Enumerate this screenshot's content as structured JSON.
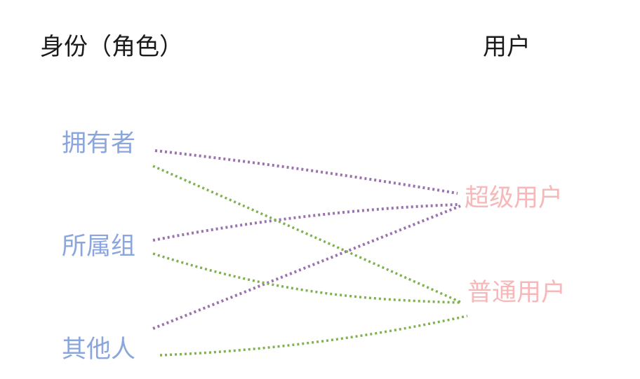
{
  "headers": {
    "roles": "身份（角色）",
    "users": "用户"
  },
  "roles": [
    {
      "id": "owner",
      "label": "拥有者"
    },
    {
      "id": "group",
      "label": "所属组"
    },
    {
      "id": "others",
      "label": "其他人"
    }
  ],
  "users": [
    {
      "id": "super",
      "label": "超级用户"
    },
    {
      "id": "normal",
      "label": "普通用户"
    }
  ],
  "links": [
    {
      "from": "owner",
      "to": "super",
      "color": "#9b72b0"
    },
    {
      "from": "group",
      "to": "super",
      "color": "#9b72b0"
    },
    {
      "from": "others",
      "to": "super",
      "color": "#9b72b0"
    },
    {
      "from": "owner",
      "to": "normal",
      "color": "#7fb24f"
    },
    {
      "from": "group",
      "to": "normal",
      "color": "#7fb24f"
    },
    {
      "from": "others",
      "to": "normal",
      "color": "#7fb24f"
    }
  ],
  "colors": {
    "role_text": "#8aa6dc",
    "user_text": "#f6b8b8",
    "header_text": "#1a1a1a",
    "purple": "#9b72b0",
    "green": "#7fb24f"
  }
}
